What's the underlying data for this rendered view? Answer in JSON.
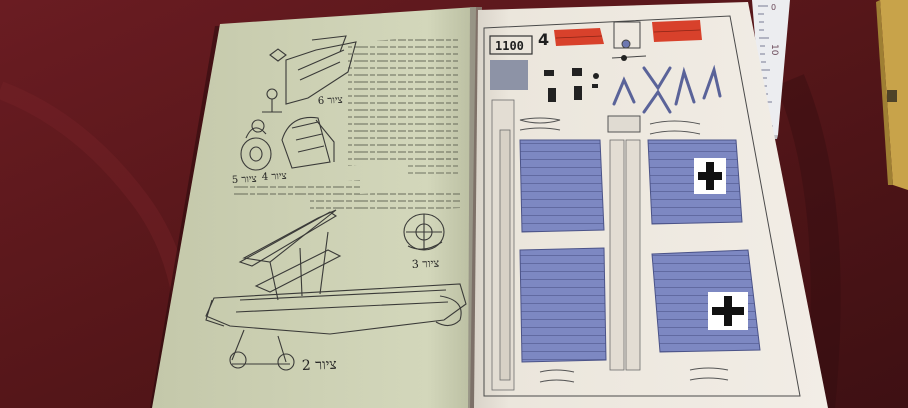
{
  "photo": {
    "colors": {
      "tablecloth": "#5a171c",
      "left_page": "#cfd3b6",
      "right_page": "#e8e2d8",
      "fuselage_blue": "#7d88c2",
      "red_parts": "#d8412b",
      "ruler": "#ecedf0",
      "box": "#c8a34a"
    },
    "left_page": {
      "fig_top_label": "ציור 6",
      "fig_4_label": "ציור 4",
      "fig_5_label": "ציור 5",
      "fig_3_label": "ציור 3",
      "fig_2_label": "ציור 2"
    },
    "right_page": {
      "sheet_number": "4",
      "box_label": "1100"
    },
    "ruler": {
      "mark_upper": "0",
      "mark_lower": "10"
    }
  }
}
